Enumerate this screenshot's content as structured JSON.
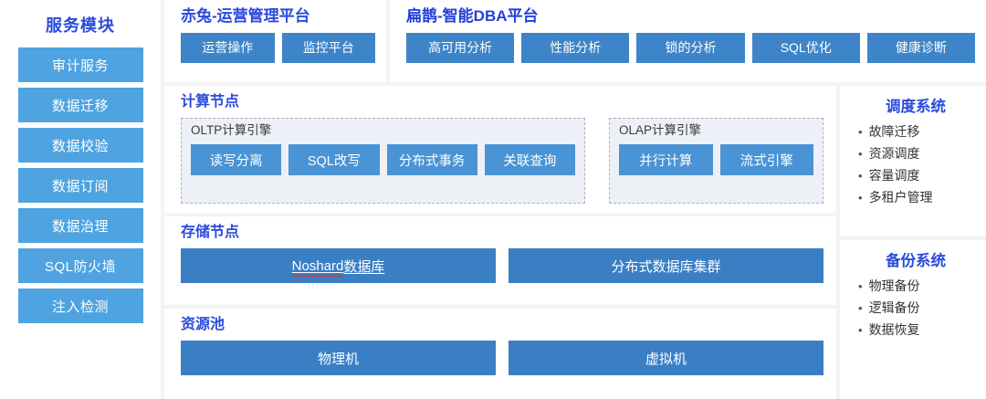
{
  "sidebar": {
    "title": "服务模块",
    "items": [
      {
        "label": "审计服务"
      },
      {
        "label": "数据迁移"
      },
      {
        "label": "数据校验"
      },
      {
        "label": "数据订阅"
      },
      {
        "label": "数据治理"
      },
      {
        "label": "SQL防火墙"
      },
      {
        "label": "注入检测"
      }
    ]
  },
  "platforms": [
    {
      "title": "赤兔-运营管理平台",
      "chips": [
        {
          "label": "运营操作"
        },
        {
          "label": "监控平台"
        }
      ]
    },
    {
      "title": "扁鹊-智能DBA平台",
      "chips": [
        {
          "label": "高可用分析"
        },
        {
          "label": "性能分析"
        },
        {
          "label": "锁的分析"
        },
        {
          "label": "SQL优化"
        },
        {
          "label": "健康诊断"
        }
      ]
    }
  ],
  "compute": {
    "title": "计算节点",
    "engines": [
      {
        "label": "OLTP计算引擎",
        "chips": [
          {
            "label": "读写分离"
          },
          {
            "label": "SQL改写"
          },
          {
            "label": "分布式事务"
          },
          {
            "label": "关联查询"
          }
        ]
      },
      {
        "label": "OLAP计算引擎",
        "chips": [
          {
            "label": "并行计算"
          },
          {
            "label": "流式引擎"
          }
        ]
      }
    ]
  },
  "storage": {
    "title": "存储节点",
    "bars": [
      {
        "label_prefix": "Noshard",
        "label_suffix": "数据库",
        "label": "Noshard数据库",
        "underlined": true,
        "spellcheck_flag": true
      },
      {
        "label": "分布式数据库集群",
        "underlined": false,
        "spellcheck_flag": false
      }
    ]
  },
  "resource": {
    "title": "资源池",
    "bars": [
      {
        "label": "物理机"
      },
      {
        "label": "虚拟机"
      }
    ]
  },
  "systems": [
    {
      "title": "调度系统",
      "items": [
        {
          "label": "故障迁移"
        },
        {
          "label": "资源调度"
        },
        {
          "label": "容量调度"
        },
        {
          "label": "多租户管理"
        }
      ]
    },
    {
      "title": "备份系统",
      "items": [
        {
          "label": "物理备份"
        },
        {
          "label": "逻辑备份"
        },
        {
          "label": "数据恢复"
        }
      ]
    }
  ],
  "colors": {
    "title_blue": "#2a4bde",
    "sidebar_chip": "#4ea3e0",
    "platform_chip": "#3d85c8",
    "engine_chip": "#4a93d4",
    "bar_blue": "#3a7fc4",
    "engine_box_bg": "#eef0f8",
    "page_bg": "#f4f4f4",
    "spellcheck_red": "#e03a2f"
  },
  "bullet_glyph": "•"
}
